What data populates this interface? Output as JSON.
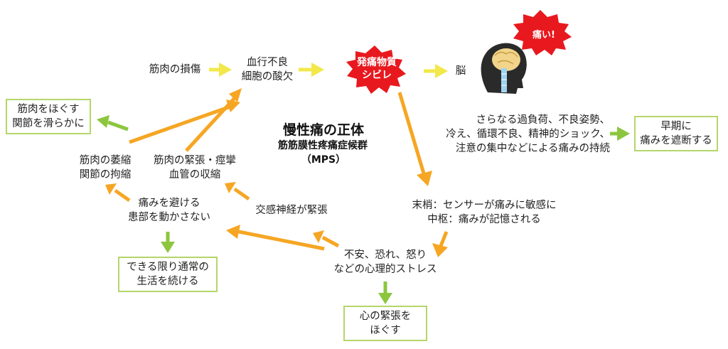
{
  "title": {
    "main": "慢性痛の正体",
    "sub": "筋筋膜性疼痛症候群",
    "abbr": "（MPS）"
  },
  "nodes": {
    "muscle_injury": "筋肉の損傷",
    "blood_flow": [
      "血行不良",
      "細胞の酸欠"
    ],
    "pain_substance": [
      "発痛物質",
      "シビレ"
    ],
    "brain": "脳",
    "itai": "痛い!",
    "factors": [
      "さらなる過負荷、不良姿勢、",
      "冷え、循環不良、精神的ショック、",
      "注意の集中などによる痛みの持続"
    ],
    "sensitization": [
      "末梢：センサーが痛みに敏感に",
      "中枢：痛みが記憶される"
    ],
    "anxiety": [
      "不安、恐れ、怒り",
      "などの心理的ストレス"
    ],
    "sympathetic": "交感神経が緊張",
    "avoid": [
      "痛みを避ける",
      "患部を動かさない"
    ],
    "atrophy": [
      "筋肉の萎縮",
      "関節の拘縮"
    ],
    "tension": [
      "筋肉の緊張・痙攣",
      "血管の収縮"
    ]
  },
  "boxes": {
    "loosen_muscle": [
      "筋肉をほぐす",
      "関節を滑らかに"
    ],
    "block_early": [
      "早期に",
      "痛みを遮断する"
    ],
    "daily_life": [
      "できる限り通常の",
      "生活を続ける"
    ],
    "relax_mind": [
      "心の緊張を",
      "ほぐす"
    ]
  },
  "colors": {
    "yellow_arrow": "#f2e84a",
    "orange_arrow": "#f6a623",
    "green_arrow": "#8cc63f",
    "box_border": "#b5d66b",
    "burst_red": "#e8191e"
  }
}
